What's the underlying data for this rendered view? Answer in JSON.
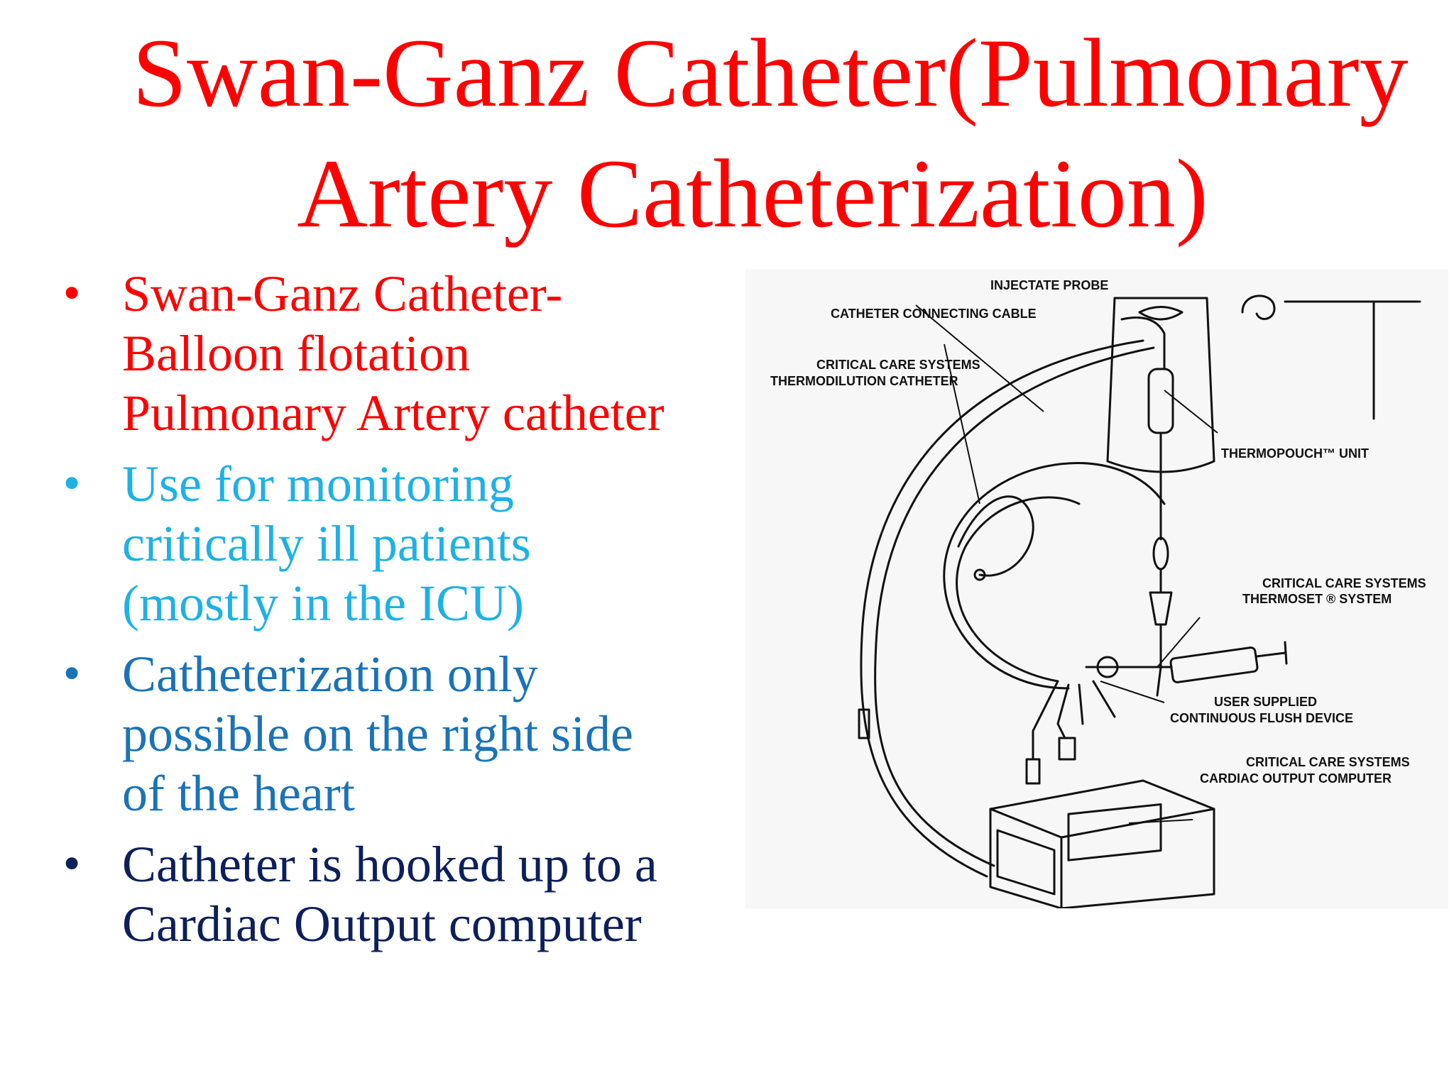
{
  "title": {
    "line1": "Swan-Ganz Catheter(Pulmonary",
    "line2": "Artery Catheterization)"
  },
  "colors": {
    "title": "#ff0000",
    "bullet_1": "#ff0000",
    "bullet_2": "#1eb1e5",
    "bullet_3": "#1a73b8",
    "bullet_4": "#0d1f5c"
  },
  "bullets": [
    {
      "marker": "•",
      "color": "#ff0000",
      "lines": [
        "Swan-Ganz Catheter-",
        "Balloon flotation",
        "Pulmonary Artery catheter"
      ]
    },
    {
      "marker": "•",
      "color": "#1eb1e5",
      "lines": [
        "Use for monitoring",
        "critically ill patients",
        "(mostly in the ICU)"
      ]
    },
    {
      "marker": "•",
      "color": "#1a73b8",
      "lines": [
        "Catheterization only",
        "possible on the right side",
        "of the heart"
      ]
    },
    {
      "marker": "•",
      "color": "#0d1f5c",
      "lines": [
        "Catheter is hooked up to a",
        "Cardiac Output computer"
      ]
    }
  ],
  "diagram": {
    "labels": {
      "injectate_probe": "INJECTATE PROBE",
      "connecting_cable": "CATHETER CONNECTING CABLE",
      "thermodilution_1": "CRITICAL CARE SYSTEMS",
      "thermodilution_2": "THERMODILUTION CATHETER",
      "thermopouch": "THERMOPOUCH™ UNIT",
      "thermoset_1": "CRITICAL CARE SYSTEMS",
      "thermoset_2": "THERMOSET ® SYSTEM",
      "flush_1": "USER SUPPLIED",
      "flush_2": "CONTINUOUS FLUSH DEVICE",
      "computer_1": "CRITICAL CARE SYSTEMS",
      "computer_2": "CARDIAC OUTPUT COMPUTER"
    }
  }
}
